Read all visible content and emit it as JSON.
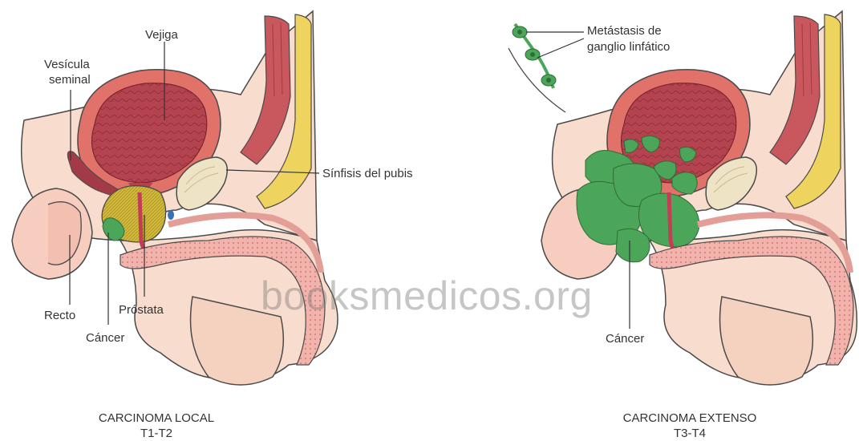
{
  "left_panel": {
    "labels": {
      "bladder": "Vejiga",
      "seminal_vesicle_line1": "Vesícula",
      "seminal_vesicle_line2": "seminal",
      "pubic_symphysis": "Sínfisis del pubis",
      "rectum": "Recto",
      "prostate": "Próstata",
      "cancer": "Cáncer"
    },
    "caption_line1": "CARCINOMA LOCAL",
    "caption_line2": "T1-T2"
  },
  "right_panel": {
    "labels": {
      "metastasis_line1": "Metástasis de",
      "metastasis_line2": "ganglio linfático",
      "cancer": "Cáncer"
    },
    "caption_line1": "CARCINOMA EXTENSO",
    "caption_line2": "T3-T4"
  },
  "watermark": "booksmedicos.org",
  "colors": {
    "skin": "#f6d9c8",
    "bladder": "#b2404c",
    "bladder_wall": "#e3776a",
    "prostate": "#cdb43a",
    "cancer": "#4ca65a",
    "urethra": "#c23e53",
    "spine_fat": "#ecd25c",
    "bone": "#efe3c6",
    "line": "#444444"
  }
}
